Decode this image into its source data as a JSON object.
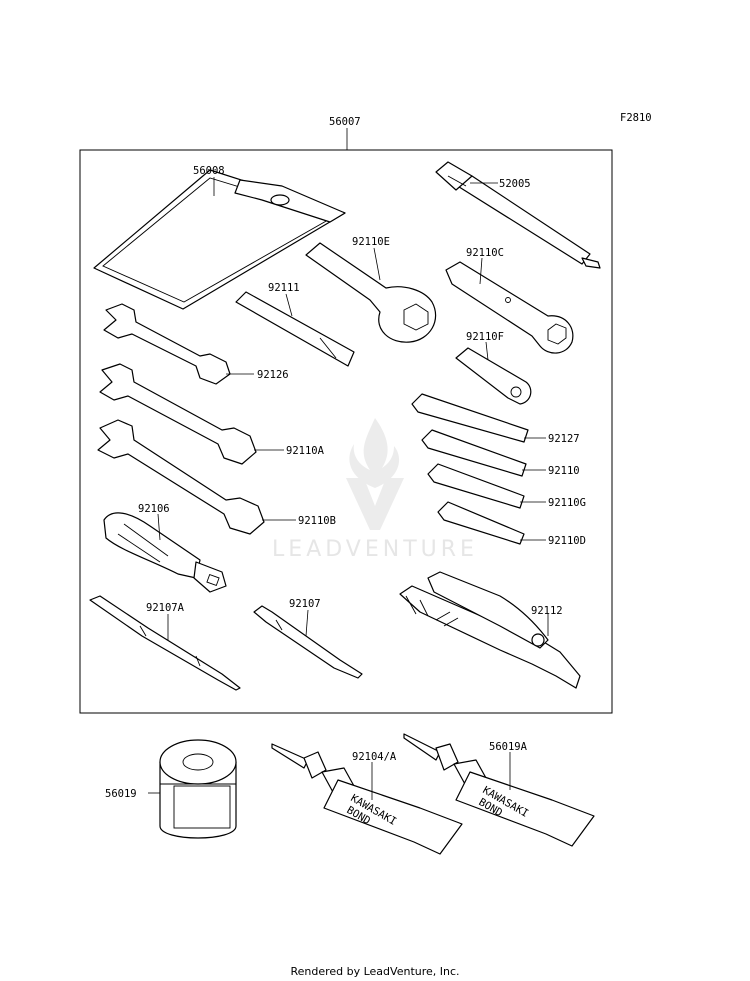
{
  "diagram": {
    "figure_code": "F2810",
    "kit_label": "56007",
    "watermark": "LEADVENTURE",
    "footer": "Rendered by LeadVenture, Inc.",
    "tube_text": [
      "KAWASAKI",
      "BOND"
    ],
    "parts": [
      {
        "id": "bag",
        "label": "56008"
      },
      {
        "id": "spark-plug-wrench-handle",
        "label": "52005"
      },
      {
        "id": "offset-box-wrench",
        "label": "92110E"
      },
      {
        "id": "socket-wrench-c",
        "label": "92110C"
      },
      {
        "id": "handle-bar",
        "label": "92111"
      },
      {
        "id": "socket-wrench-f",
        "label": "92110F"
      },
      {
        "id": "open-wrench-small",
        "label": "92126"
      },
      {
        "id": "hex-key-1",
        "label": "92127"
      },
      {
        "id": "open-wrench-a",
        "label": "92110A"
      },
      {
        "id": "hex-key-2",
        "label": "92110"
      },
      {
        "id": "hex-key-3",
        "label": "92110G"
      },
      {
        "id": "open-wrench-b",
        "label": "92110B"
      },
      {
        "id": "hex-key-4",
        "label": "92110D"
      },
      {
        "id": "screwdriver-handle",
        "label": "92106"
      },
      {
        "id": "screwdriver-bit-a",
        "label": "92107A"
      },
      {
        "id": "screwdriver-bit",
        "label": "92107"
      },
      {
        "id": "pliers",
        "label": "92112"
      },
      {
        "id": "grease-can",
        "label": "56019"
      },
      {
        "id": "bond-tube-1",
        "label": "92104/A"
      },
      {
        "id": "bond-tube-2",
        "label": "56019A"
      }
    ]
  }
}
